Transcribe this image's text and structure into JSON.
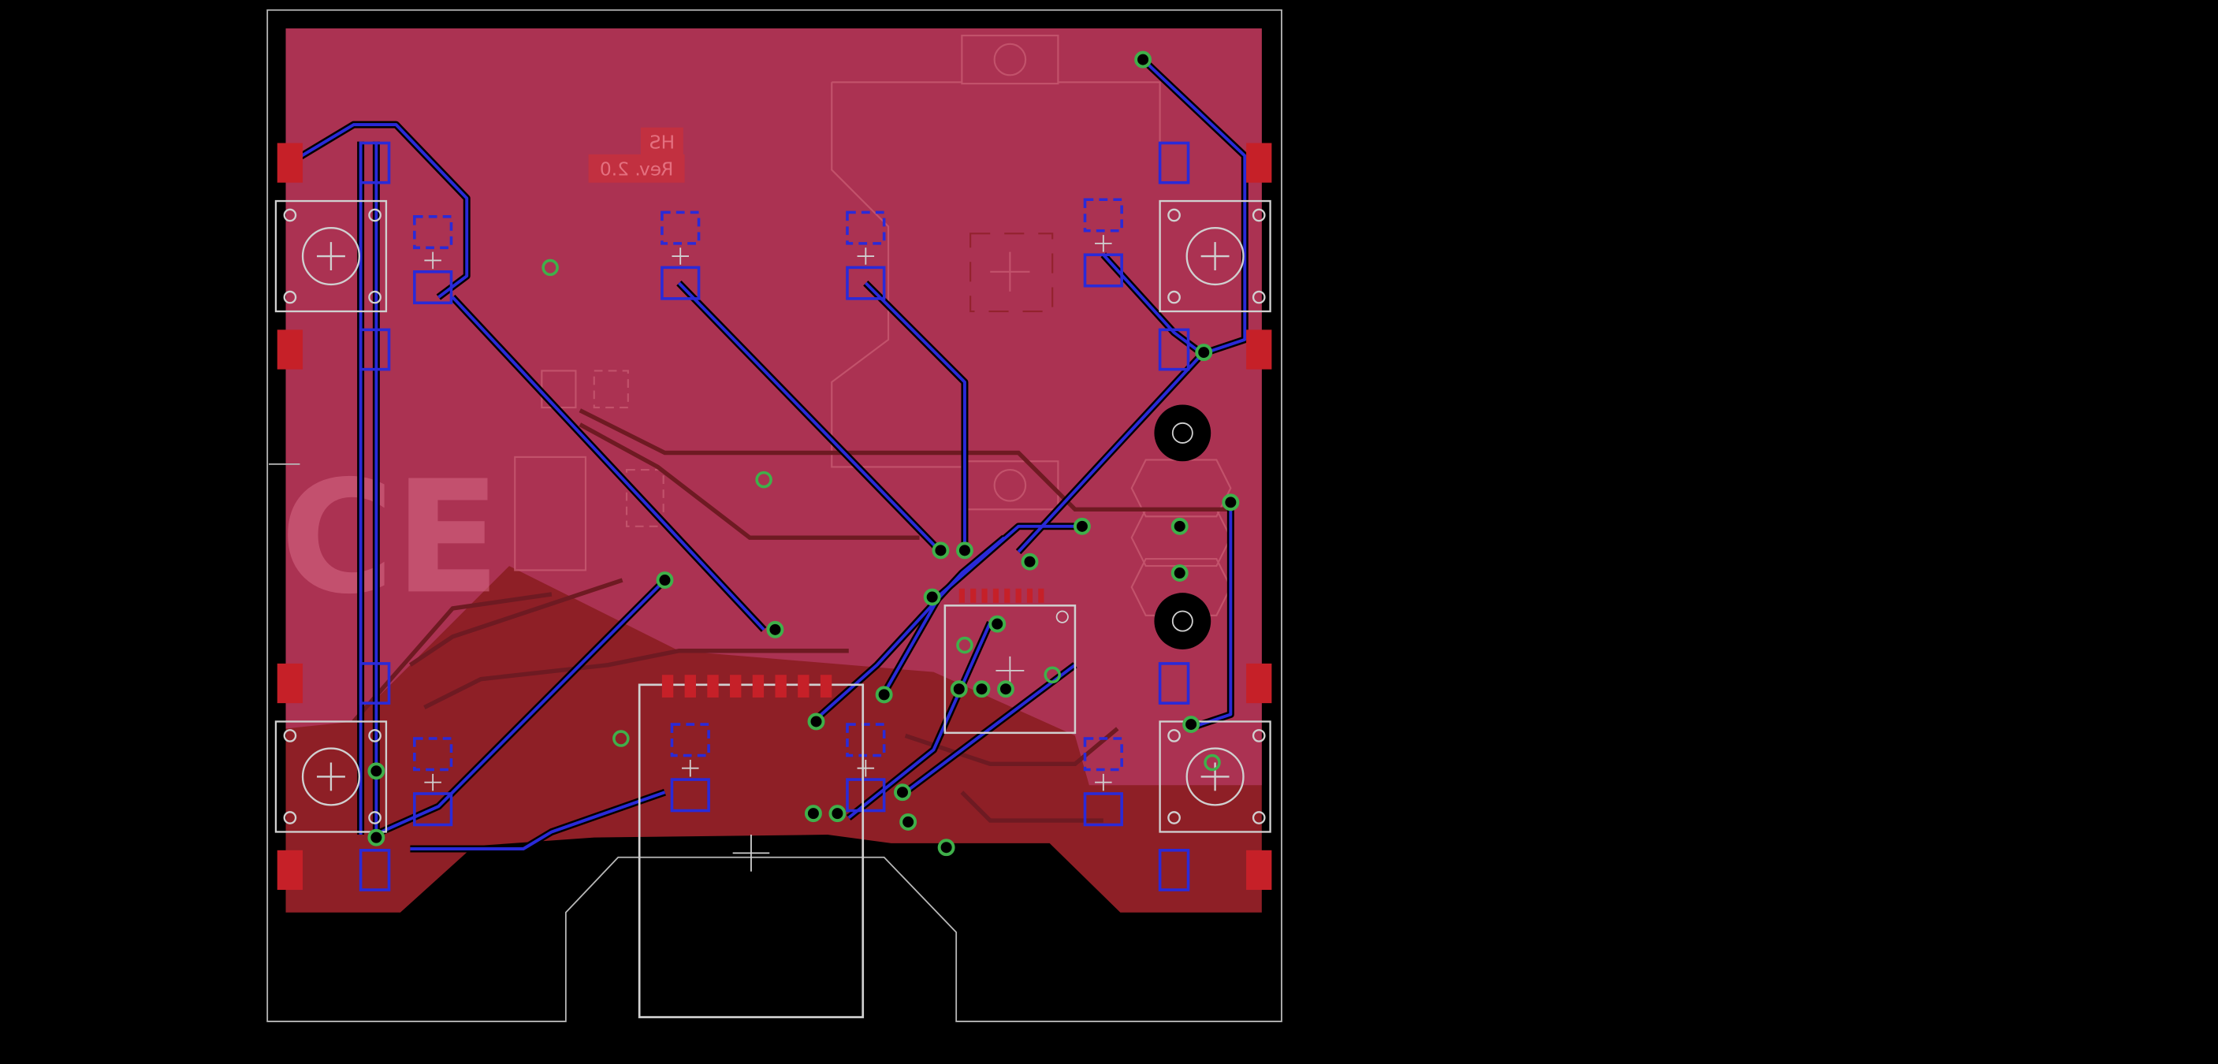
{
  "silkscreen": {
    "label_line1": "HS",
    "label_line2": "Rev. 2.0",
    "ce_mark": "CE"
  },
  "colors": {
    "background": "#000000",
    "copper_top": "#8e1f26",
    "copper_top_translucent": "#b0365a",
    "copper_bottom": "#1a1aa8",
    "via_ring": "#3fb04a",
    "board_outline": "#b8b8b8",
    "silkscreen": "#d0d0d0",
    "pad": "#c62028",
    "hole": "#000000"
  },
  "icons": {
    "via": "via-icon",
    "mounting_hole": "mounting-hole-icon",
    "tactile_switch": "switch-icon",
    "led_footprint": "led-footprint-icon",
    "ic_package": "ic-package-icon"
  }
}
